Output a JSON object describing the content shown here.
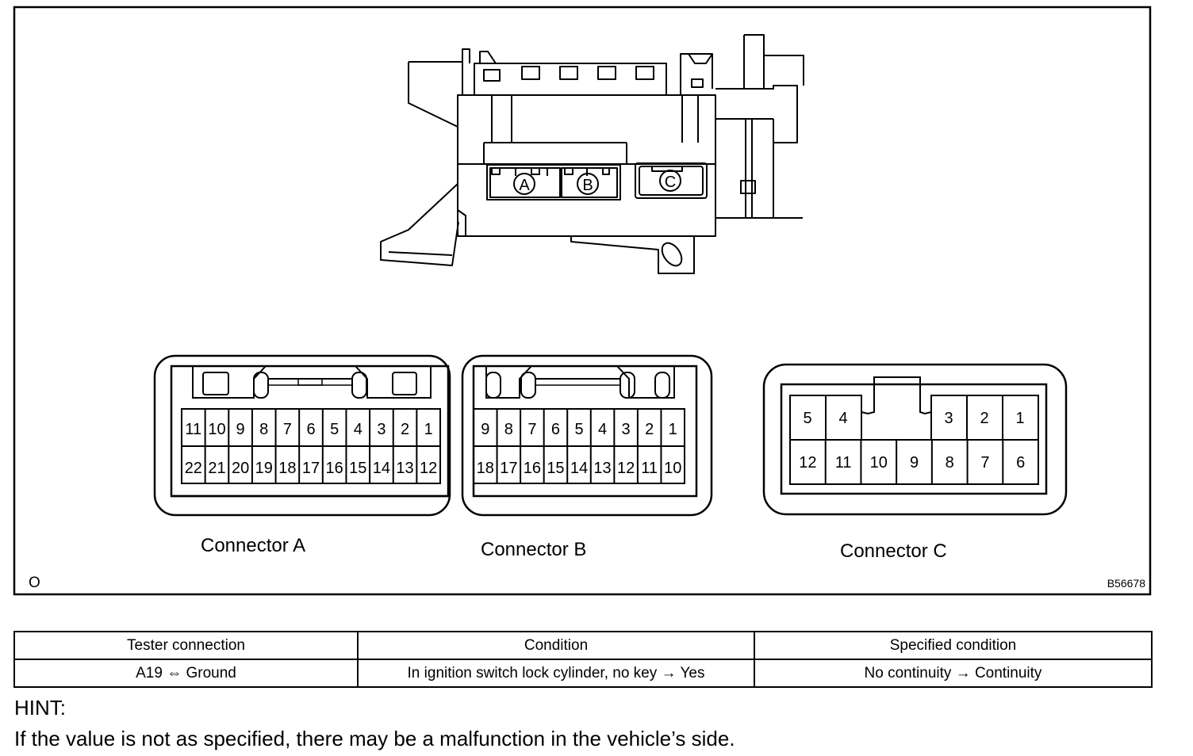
{
  "figure": {
    "figure_code": "B56678",
    "corner_mark": "O",
    "part_labels": [
      "A",
      "B",
      "C"
    ],
    "connectors": [
      {
        "label": "Connector A",
        "top_row": [
          "11",
          "10",
          "9",
          "8",
          "7",
          "6",
          "5",
          "4",
          "3",
          "2",
          "1"
        ],
        "bottom_row": [
          "22",
          "21",
          "20",
          "19",
          "18",
          "17",
          "16",
          "15",
          "14",
          "13",
          "12"
        ]
      },
      {
        "label": "Connector B",
        "top_row": [
          "9",
          "8",
          "7",
          "6",
          "5",
          "4",
          "3",
          "2",
          "1"
        ],
        "bottom_row": [
          "18",
          "17",
          "16",
          "15",
          "14",
          "13",
          "12",
          "11",
          "10"
        ]
      },
      {
        "label": "Connector C",
        "top_row_left": [
          "5",
          "4"
        ],
        "top_row_right": [
          "3",
          "2",
          "1"
        ],
        "bottom_row": [
          "12",
          "11",
          "10",
          "9",
          "8",
          "7",
          "6"
        ]
      }
    ]
  },
  "table": {
    "headers": [
      "Tester connection",
      "Condition",
      "Specified condition"
    ],
    "rows": [
      [
        "A19 ⇔ Ground",
        "In ignition switch lock cylinder, no key → Yes",
        "No continuity → Continuity"
      ]
    ]
  },
  "hint": {
    "title": "HINT:",
    "text": "If the value is not as specified, there may be a malfunction in the vehicle’s side."
  }
}
